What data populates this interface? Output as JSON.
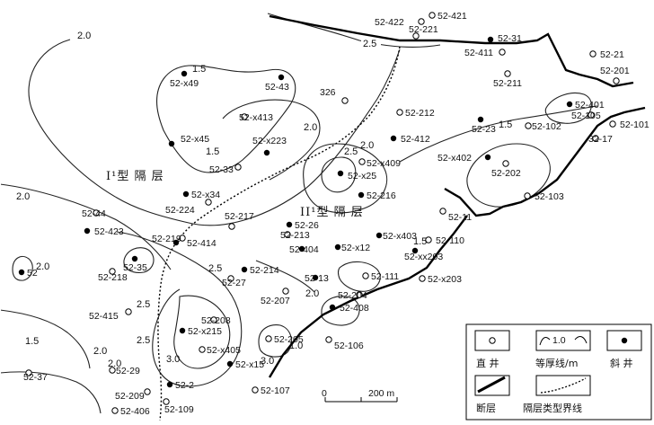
{
  "zones": {
    "zone1": "I¹型 隔 层",
    "zone2": "II¹型 隔 层"
  },
  "contour_labels": [
    "2.0",
    "2.5",
    "1.5",
    "1.5",
    "1.5",
    "2.0",
    "2.5",
    "2.0",
    "2.0",
    "1.5",
    "2.5",
    "2.0",
    "2.5",
    "3.0",
    "2.0",
    "1.5",
    "2.0",
    "2.5",
    "3.0",
    "1.0",
    "2.0"
  ],
  "scale": {
    "zero": "0",
    "end": "200 m"
  },
  "legend": {
    "vertical_well": "直 井",
    "isopach": "等厚线/m",
    "isopach_sample": "1.0",
    "deviated_well": "斜 井",
    "fault": "断层",
    "type_boundary": "隔层类型界线"
  },
  "wells": [
    {
      "name": "52-422",
      "type": "vertical"
    },
    {
      "name": "52-421",
      "type": "vertical"
    },
    {
      "name": "52-221",
      "type": "vertical"
    },
    {
      "name": "52-31",
      "type": "deviated"
    },
    {
      "name": "52-411",
      "type": "vertical"
    },
    {
      "name": "52-21",
      "type": "vertical"
    },
    {
      "name": "52-201",
      "type": "vertical"
    },
    {
      "name": "52-211",
      "type": "vertical"
    },
    {
      "name": "52-x49",
      "type": "deviated"
    },
    {
      "name": "52-43",
      "type": "deviated"
    },
    {
      "name": "326",
      "type": "vertical"
    },
    {
      "name": "52-212",
      "type": "vertical"
    },
    {
      "name": "52-401",
      "type": "deviated"
    },
    {
      "name": "52-105",
      "type": "vertical"
    },
    {
      "name": "52-101",
      "type": "vertical"
    },
    {
      "name": "52-x413",
      "type": "vertical"
    },
    {
      "name": "52-23",
      "type": "deviated"
    },
    {
      "name": "52-102",
      "type": "vertical"
    },
    {
      "name": "52-412",
      "type": "deviated"
    },
    {
      "name": "32-17",
      "type": "vertical"
    },
    {
      "name": "52-x45",
      "type": "deviated"
    },
    {
      "name": "52-x223",
      "type": "deviated"
    },
    {
      "name": "52-x409",
      "type": "vertical"
    },
    {
      "name": "52-x402",
      "type": "deviated"
    },
    {
      "name": "52-33",
      "type": "vertical"
    },
    {
      "name": "52-x25",
      "type": "deviated"
    },
    {
      "name": "52-202",
      "type": "vertical"
    },
    {
      "name": "52-x34",
      "type": "deviated"
    },
    {
      "name": "52-216",
      "type": "deviated"
    },
    {
      "name": "52-103",
      "type": "vertical"
    },
    {
      "name": "52-224",
      "type": "vertical"
    },
    {
      "name": "52-44",
      "type": "vertical"
    },
    {
      "name": "52-217",
      "type": "vertical"
    },
    {
      "name": "52-11",
      "type": "vertical"
    },
    {
      "name": "52-26",
      "type": "deviated"
    },
    {
      "name": "52-423",
      "type": "deviated"
    },
    {
      "name": "52-219",
      "type": "vertical"
    },
    {
      "name": "52-414",
      "type": "deviated"
    },
    {
      "name": "52-213",
      "type": "vertical"
    },
    {
      "name": "52-x403",
      "type": "deviated"
    },
    {
      "name": "52-110",
      "type": "vertical"
    },
    {
      "name": "52-404",
      "type": "deviated"
    },
    {
      "name": "52-x12",
      "type": "deviated"
    },
    {
      "name": "52-xx203",
      "type": "deviated"
    },
    {
      "name": "52",
      "type": "deviated"
    },
    {
      "name": "52-35",
      "type": "deviated"
    },
    {
      "name": "52-218",
      "type": "vertical"
    },
    {
      "name": "52-214",
      "type": "deviated"
    },
    {
      "name": "52-27",
      "type": "vertical"
    },
    {
      "name": "52-13",
      "type": "deviated"
    },
    {
      "name": "52-111",
      "type": "vertical"
    },
    {
      "name": "52-x203",
      "type": "vertical"
    },
    {
      "name": "52-207",
      "type": "vertical"
    },
    {
      "name": "52-204",
      "type": "vertical"
    },
    {
      "name": "52-408",
      "type": "deviated"
    },
    {
      "name": "52-415",
      "type": "vertical"
    },
    {
      "name": "52-208",
      "type": "vertical"
    },
    {
      "name": "52-x215",
      "type": "deviated"
    },
    {
      "name": "52-205",
      "type": "vertical"
    },
    {
      "name": "52-106",
      "type": "vertical"
    },
    {
      "name": "52-x405",
      "type": "vertical"
    },
    {
      "name": "52-37",
      "type": "vertical"
    },
    {
      "name": "52-x15",
      "type": "deviated"
    },
    {
      "name": "52-29",
      "type": "vertical"
    },
    {
      "name": "52-2",
      "type": "deviated"
    },
    {
      "name": "52-209",
      "type": "vertical"
    },
    {
      "name": "52-107",
      "type": "vertical"
    },
    {
      "name": "52-109",
      "type": "vertical"
    },
    {
      "name": "52-406",
      "type": "vertical"
    }
  ]
}
